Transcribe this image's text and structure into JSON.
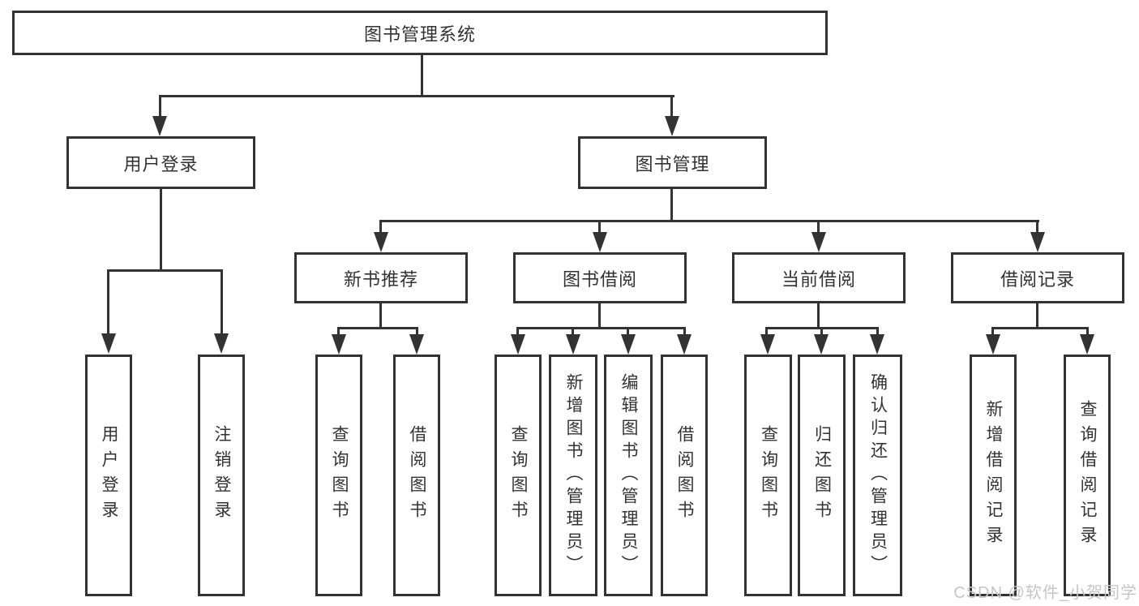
{
  "diagram": {
    "title": "图书管理系统",
    "line_color": "#333333",
    "text_color": "#333333",
    "background": "#ffffff",
    "nodes": {
      "root": {
        "label": "图书管理系统"
      },
      "user_login": {
        "label": "用户登录"
      },
      "book_management": {
        "label": "图书管理"
      },
      "new_book_recommend": {
        "label": "新书推荐"
      },
      "book_borrow": {
        "label": "图书借阅"
      },
      "current_borrow": {
        "label": "当前借阅"
      },
      "borrow_record": {
        "label": "借阅记录"
      },
      "leaf_user_login": {
        "label": "用户登录"
      },
      "leaf_logout": {
        "label": "注销登录"
      },
      "leaf_nb_query": {
        "label": "查询图书"
      },
      "leaf_nb_borrow": {
        "label": "借阅图书"
      },
      "leaf_bb_query": {
        "label": "查询图书"
      },
      "leaf_bb_add": {
        "label": "新增图书（管理员）"
      },
      "leaf_bb_edit": {
        "label": "编辑图书（管理员）"
      },
      "leaf_bb_borrow": {
        "label": "借阅图书"
      },
      "leaf_cb_query": {
        "label": "查询图书"
      },
      "leaf_cb_return": {
        "label": "归还图书"
      },
      "leaf_cb_confirm": {
        "label": "确认归还（管理员）"
      },
      "leaf_br_add": {
        "label": "新增借阅记录"
      },
      "leaf_br_query": {
        "label": "查询借阅记录"
      }
    },
    "tree": {
      "root": "图书管理系统",
      "children": [
        {
          "label": "用户登录",
          "children": [
            "用户登录",
            "注销登录"
          ]
        },
        {
          "label": "图书管理",
          "children": [
            {
              "label": "新书推荐",
              "children": [
                "查询图书",
                "借阅图书"
              ]
            },
            {
              "label": "图书借阅",
              "children": [
                "查询图书",
                "新增图书（管理员）",
                "编辑图书（管理员）",
                "借阅图书"
              ]
            },
            {
              "label": "当前借阅",
              "children": [
                "查询图书",
                "归还图书",
                "确认归还（管理员）"
              ]
            },
            {
              "label": "借阅记录",
              "children": [
                "新增借阅记录",
                "查询借阅记录"
              ]
            }
          ]
        }
      ]
    }
  },
  "watermark": {
    "text": "CSDN @软件_小贺同学",
    "color": "#c6c6c6"
  }
}
